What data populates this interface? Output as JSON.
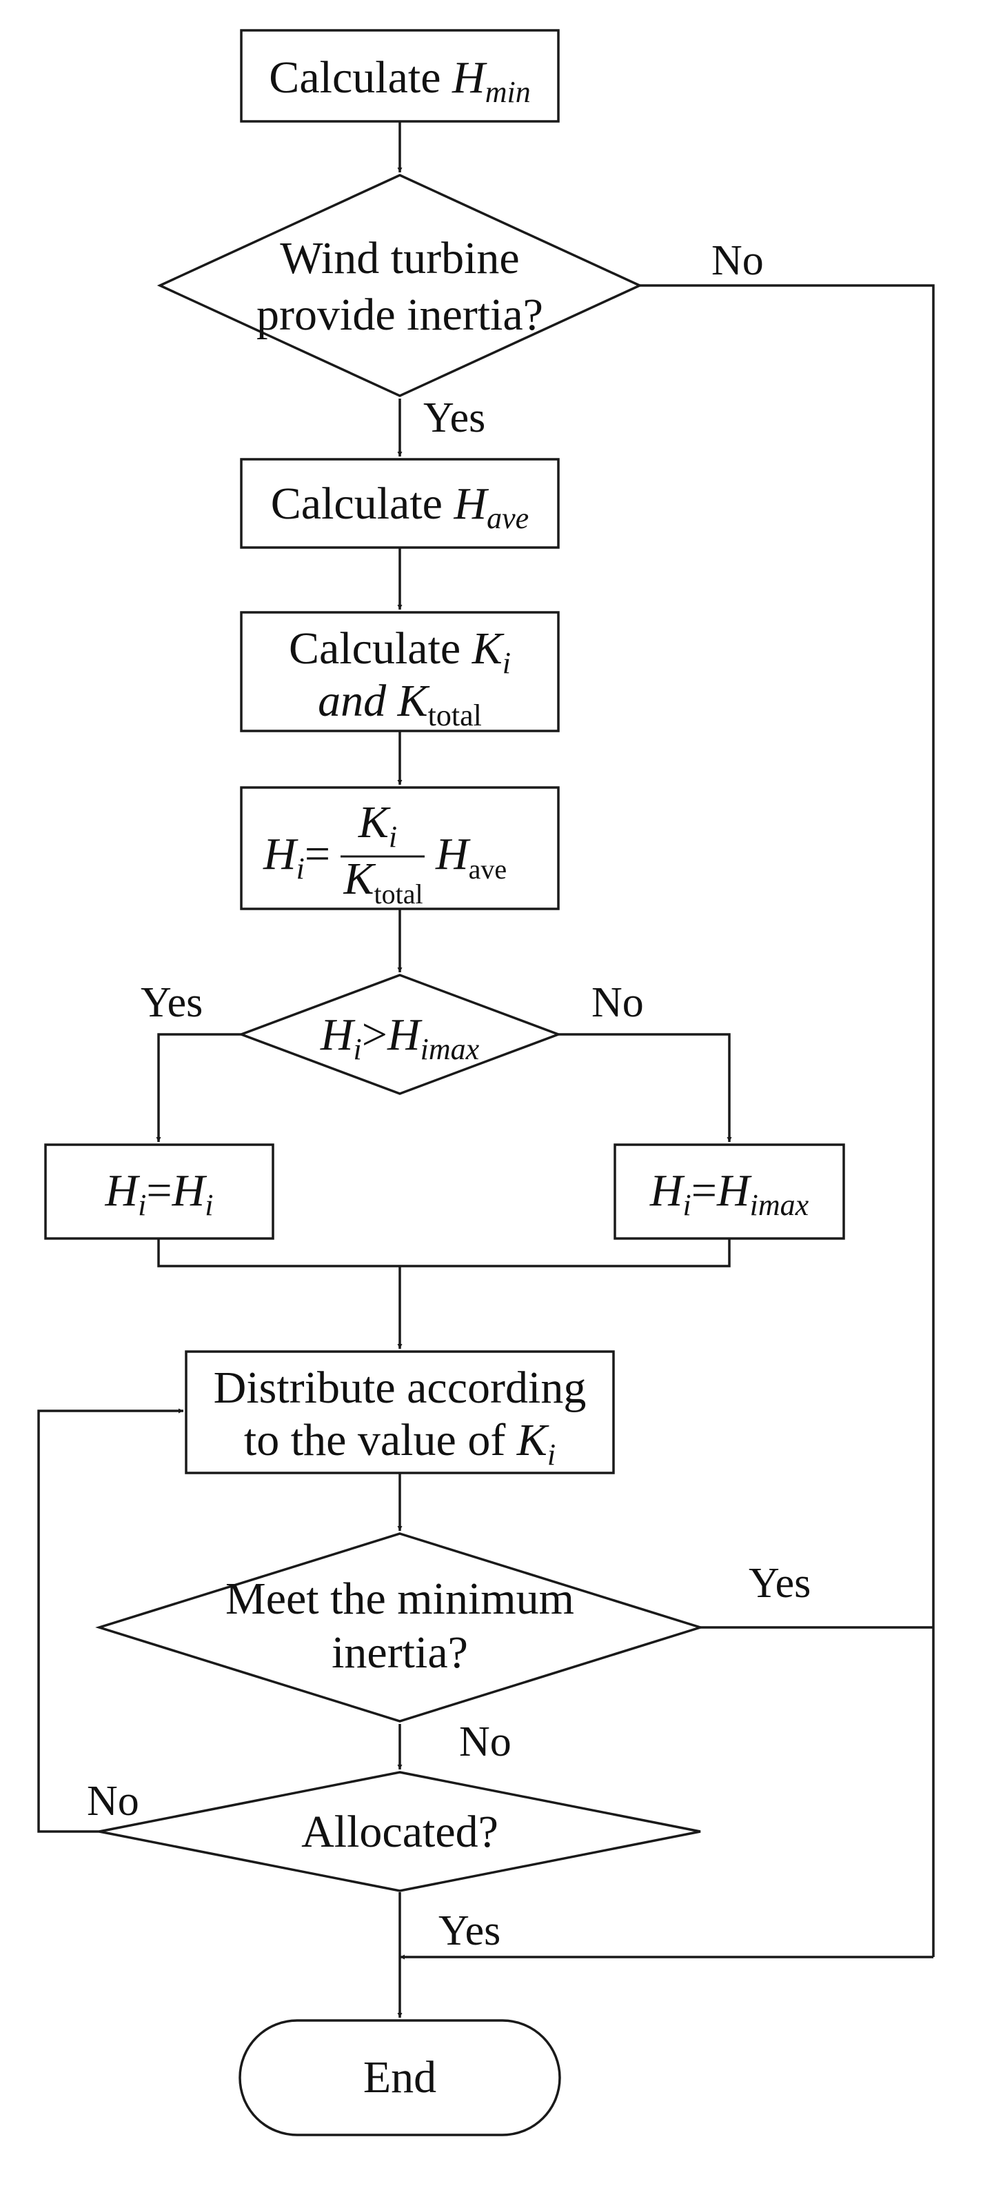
{
  "colors": {
    "stroke": "#1a1a1a",
    "text": "#111111",
    "background": "#ffffff"
  },
  "nodes": {
    "calc_hmin": {
      "text": "Calculate ",
      "var": "H",
      "sub": "min"
    },
    "wind_turbine": {
      "line1": "Wind turbine",
      "line2": "provide inertia?"
    },
    "calc_have": {
      "text": "Calculate ",
      "var": "H",
      "sub": "ave"
    },
    "calc_k": {
      "line1_text": "Calculate ",
      "line1_var": "K",
      "line1_sub": "i",
      "line2_text": "and ",
      "line2_var": "K",
      "line2_sub": "total"
    },
    "formula": {
      "lhs_var": "H",
      "lhs_sub": "i",
      "eq": "=",
      "num_var": "K",
      "num_sub": "i",
      "den_var": "K",
      "den_sub": "total",
      "rhs_var": "H",
      "rhs_sub": "ave"
    },
    "compare": {
      "lhs_var": "H",
      "lhs_sub": "i",
      "op": ">",
      "rhs_var": "H",
      "rhs_sub": "imax"
    },
    "assign_left": {
      "lhs_var": "H",
      "lhs_sub": "i",
      "eq": "=",
      "rhs_var": "H",
      "rhs_sub": "i"
    },
    "assign_right": {
      "lhs_var": "H",
      "lhs_sub": "i",
      "eq": "=",
      "rhs_var": "H",
      "rhs_sub": "imax"
    },
    "distribute": {
      "line1": "Distribute according",
      "line2_text": "to the value of ",
      "line2_var": "K",
      "line2_sub": "i"
    },
    "meet_min": {
      "line1": "Meet the minimum",
      "line2": "inertia?"
    },
    "allocated": {
      "text": "Allocated?"
    },
    "end": {
      "text": "End"
    }
  },
  "edge_labels": {
    "wind_no": "No",
    "wind_yes": "Yes",
    "compare_yes": "Yes",
    "compare_no": "No",
    "meet_yes": "Yes",
    "meet_no": "No",
    "alloc_no": "No",
    "alloc_yes": "Yes"
  }
}
